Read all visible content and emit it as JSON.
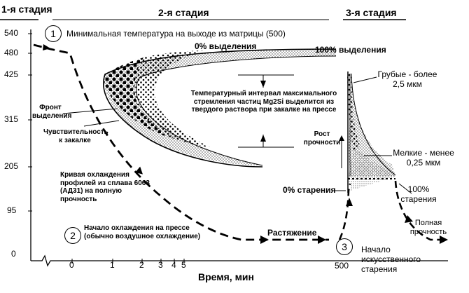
{
  "stages": {
    "stage1": "1-я стадия",
    "stage2": "2-я стадия",
    "stage3": "3-я стадия"
  },
  "y_ticks": [
    "540",
    "480",
    "425",
    "315",
    "205",
    "95",
    "0"
  ],
  "x_ticks": [
    "0",
    "1",
    "2",
    "3",
    "4",
    "5",
    "500"
  ],
  "x_label": "Время, мин",
  "markers": {
    "m1": "1",
    "m2": "2",
    "m3": "3"
  },
  "labels": {
    "min_temp": "Минимальная температура на выходе из матрицы (500)",
    "zero_precip": "0% выделения",
    "hundred_precip": "100% выделения",
    "temp_interval": "Температурный интервал максимального стремления частиц Mg2Si выделится из твердого раствора при закалке на прессе",
    "front": "Фронт выделения",
    "sensitivity": "Чувствительность к закалке",
    "growth": "Рост прочности",
    "coarse": "Грубые - более 2,5 мкм",
    "fine": "Мелкие - менее 0,25 мкм",
    "curve": "Кривая охлаждения профилей из сплава 6063 (АД31) на полную прочность",
    "zero_aging": "0% старения",
    "hundred_aging": "100% старения",
    "cooling_start": "Начало охлаждения на прессе (обычно воздушное охлаждение)",
    "stretching": "Растяжение",
    "full_strength": "Полная прочность",
    "aging_start": "Начало искусственного старения"
  }
}
